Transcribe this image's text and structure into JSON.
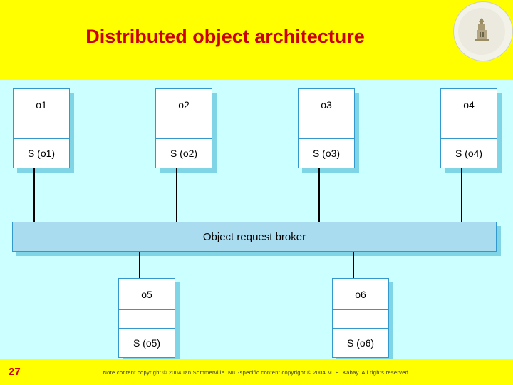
{
  "slide": {
    "title": "Distributed object architecture",
    "page_number": "27",
    "copyright": "Note content copyright © 2004 Ian Sommerville. NIU-specific content copyright © 2004 M. E. Kabay.  All rights reserved.",
    "logo": {
      "name": "university-seal-logo",
      "text": ""
    }
  },
  "diagram": {
    "top_objects": [
      {
        "name": "o1",
        "service": "S (o1)"
      },
      {
        "name": "o2",
        "service": "S (o2)"
      },
      {
        "name": "o3",
        "service": "S (o3)"
      },
      {
        "name": "o4",
        "service": "S (o4)"
      }
    ],
    "bottom_objects": [
      {
        "name": "o5",
        "service": "S (o5)"
      },
      {
        "name": "o6",
        "service": "S (o6)"
      }
    ],
    "broker_label": "Object request broker",
    "colors": {
      "background": "#ccffff",
      "title": "#cc0000",
      "band": "#ffff00",
      "box_border": "#3399cc",
      "box_shadow": "#7fd4e6",
      "broker_fill": "#aadcf0"
    }
  }
}
